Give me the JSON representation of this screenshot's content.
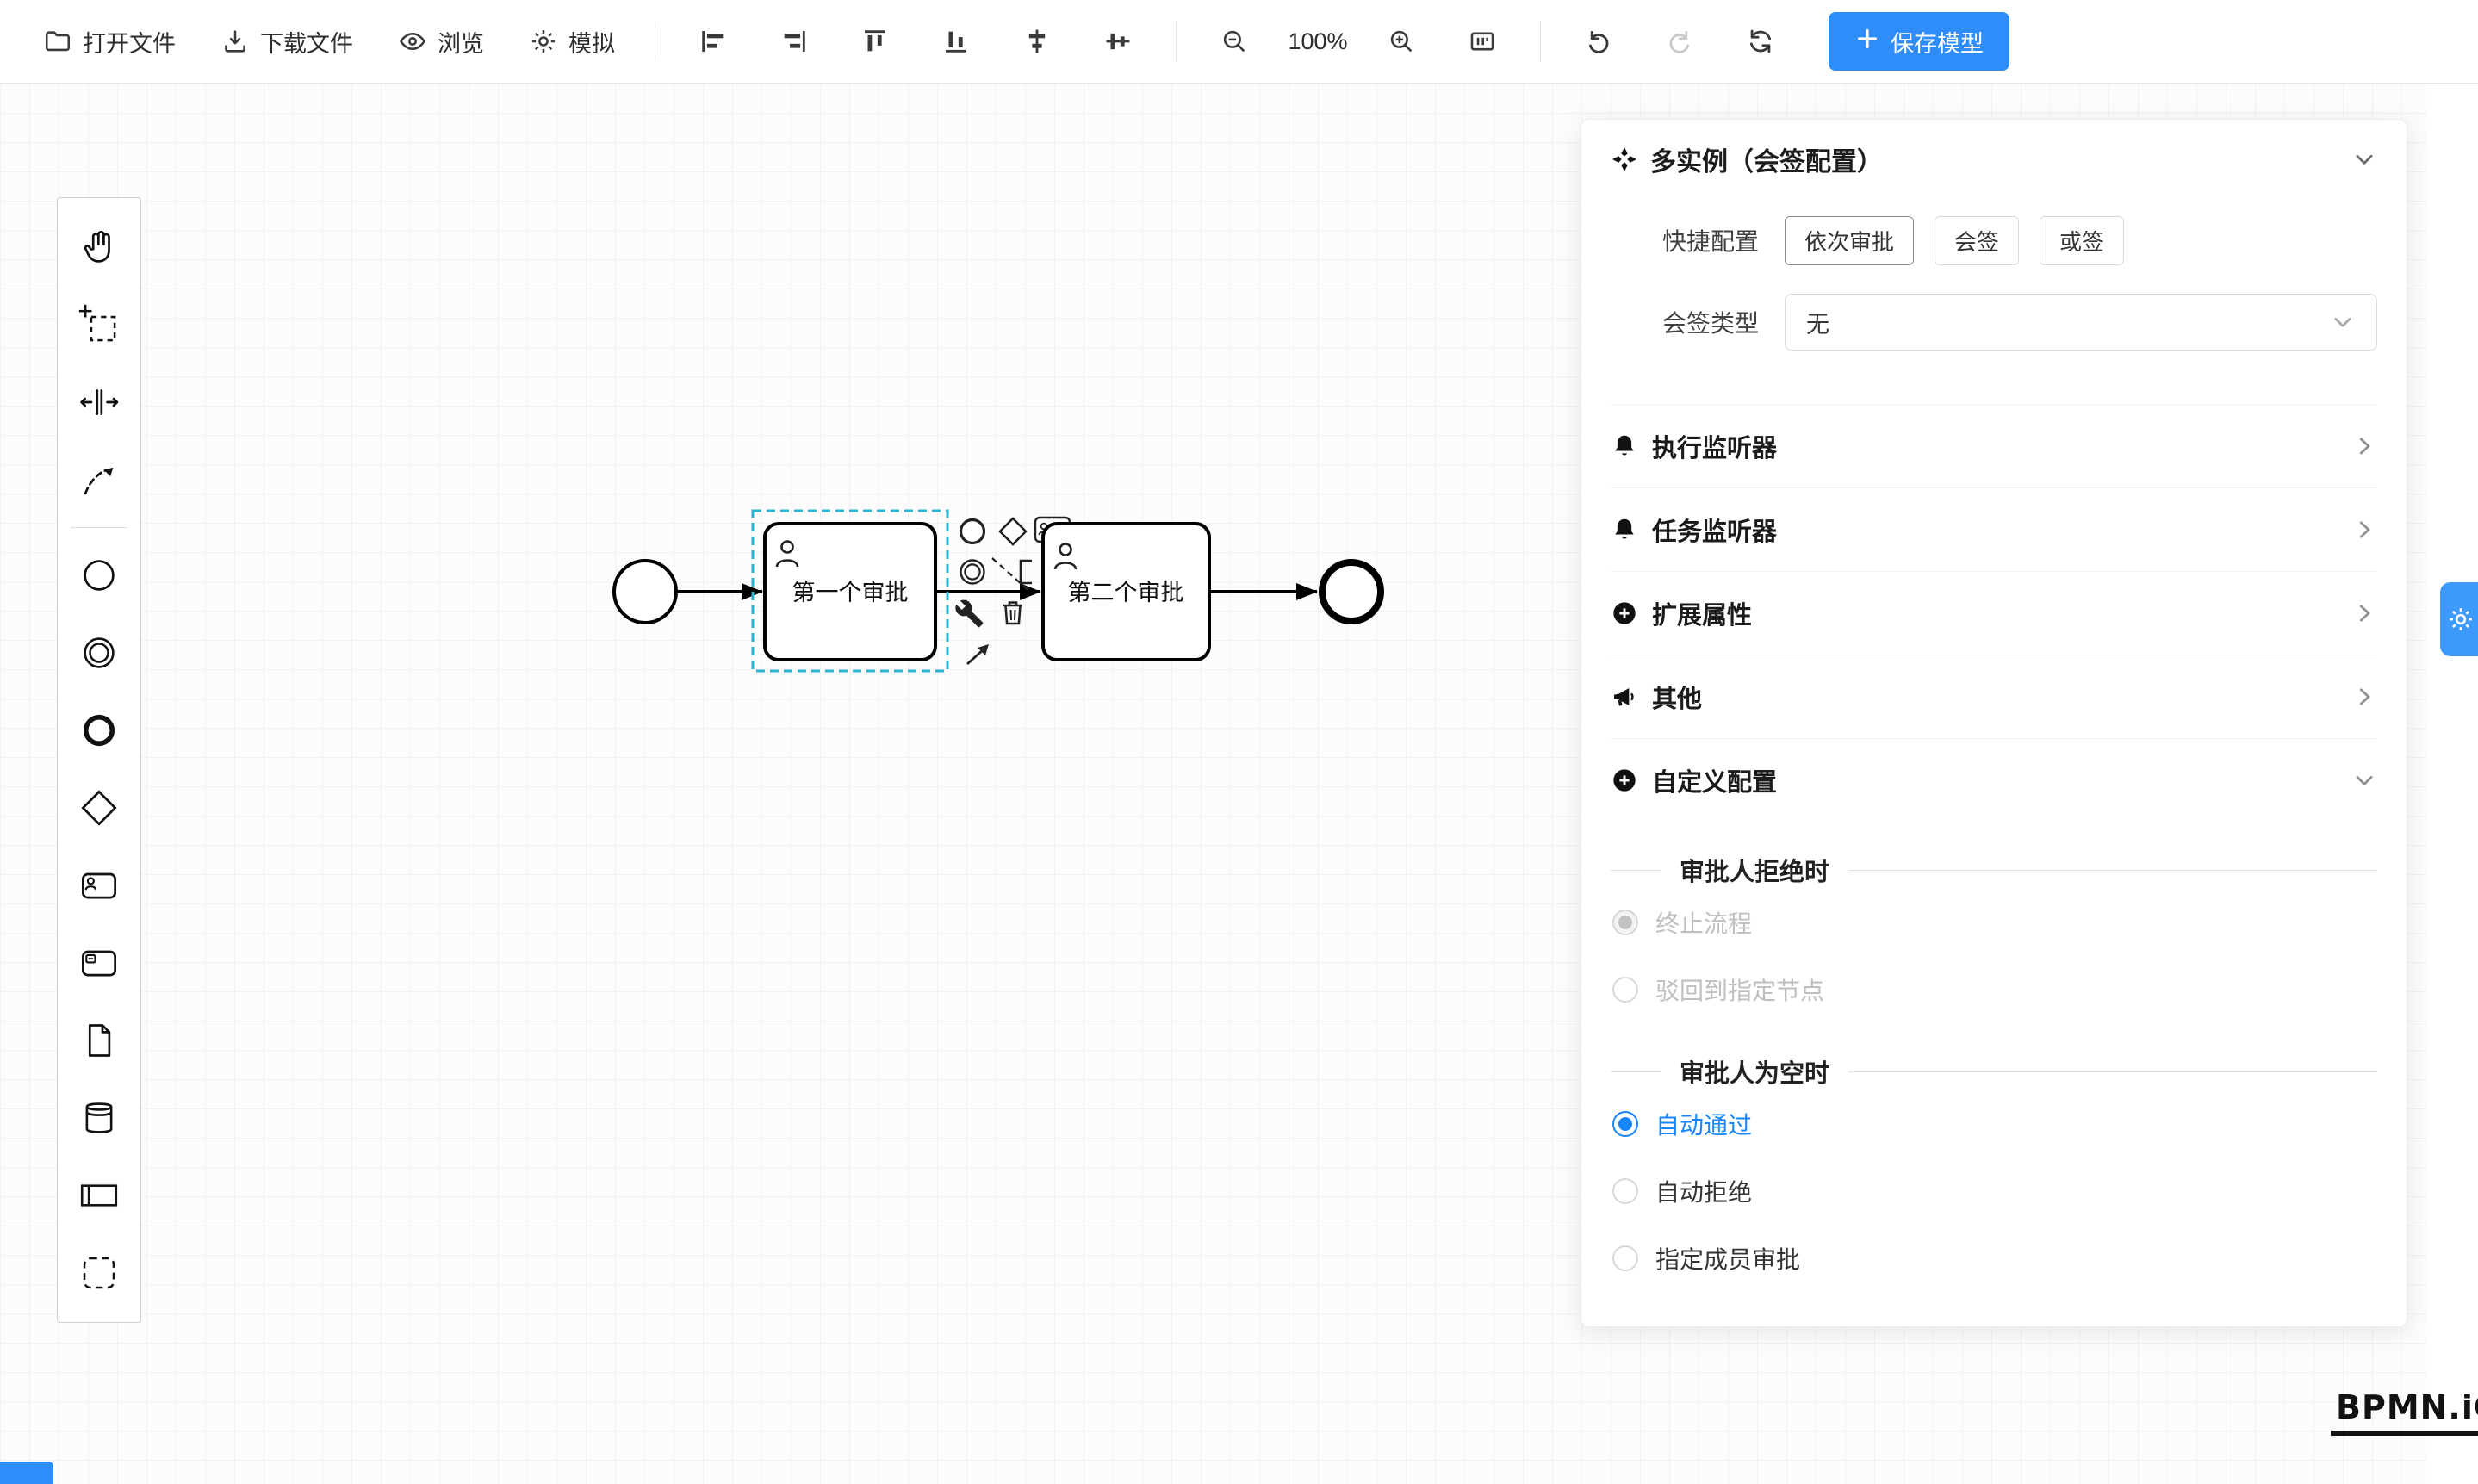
{
  "toolbar": {
    "open": "打开文件",
    "download": "下载文件",
    "preview": "浏览",
    "simulate": "模拟",
    "zoom_level": "100%",
    "save": "保存模型"
  },
  "icons": {
    "open": "folder-icon",
    "download": "download-icon",
    "preview": "eye-icon",
    "simulate": "gear-icon",
    "align": [
      "align-left-icon",
      "align-right-icon",
      "align-top-icon",
      "align-bottom-icon",
      "align-center-horizontal-icon",
      "align-center-vertical-icon"
    ],
    "zoom": [
      "zoom-out-icon",
      "zoom-in-icon",
      "fit-view-icon"
    ],
    "history": [
      "undo-icon",
      "redo-icon",
      "reset-icon"
    ],
    "panel": [
      "multi-instance-icon",
      "bell-icon",
      "plus-circle-icon",
      "megaphone-icon",
      "chevron-right-icon",
      "chevron-down-icon"
    ],
    "edge": "gear-icon"
  },
  "palette": {
    "tools": [
      "hand-tool",
      "lasso-tool",
      "space-tool",
      "global-connect-tool"
    ],
    "shapes": [
      "start-event",
      "intermediate-event",
      "end-event",
      "gateway",
      "user-task",
      "subprocess",
      "data-object",
      "data-store",
      "participant",
      "group"
    ]
  },
  "diagram": {
    "task1": "第一个审批",
    "task2": "第二个审批"
  },
  "panel": {
    "title": "多实例（会签配置）",
    "quick_label": "快捷配置",
    "quick_options": [
      "依次审批",
      "会签",
      "或签"
    ],
    "quick_selected": "依次审批",
    "sign_type_label": "会签类型",
    "sign_type_value": "无",
    "rows": [
      {
        "label": "执行监听器",
        "icon": "bell-icon",
        "chevron": "right"
      },
      {
        "label": "任务监听器",
        "icon": "bell-icon",
        "chevron": "right"
      },
      {
        "label": "扩展属性",
        "icon": "plus-circle-icon",
        "chevron": "right"
      },
      {
        "label": "其他",
        "icon": "megaphone-icon",
        "chevron": "right"
      },
      {
        "label": "自定义配置",
        "icon": "plus-circle-icon",
        "chevron": "down"
      }
    ],
    "reject_section": {
      "title": "审批人拒绝时",
      "options": [
        {
          "label": "终止流程",
          "state": "checked-disabled"
        },
        {
          "label": "驳回到指定节点",
          "state": "disabled"
        }
      ]
    },
    "empty_section": {
      "title": "审批人为空时",
      "options": [
        {
          "label": "自动通过",
          "state": "checked"
        },
        {
          "label": "自动拒绝",
          "state": "unchecked"
        },
        {
          "label": "指定成员审批",
          "state": "unchecked"
        }
      ]
    }
  },
  "logo": "BPMN.iO",
  "colors": {
    "primary": "#2F8DF9",
    "selection": "#2BB3D0",
    "radio_active": "#1786FB"
  }
}
